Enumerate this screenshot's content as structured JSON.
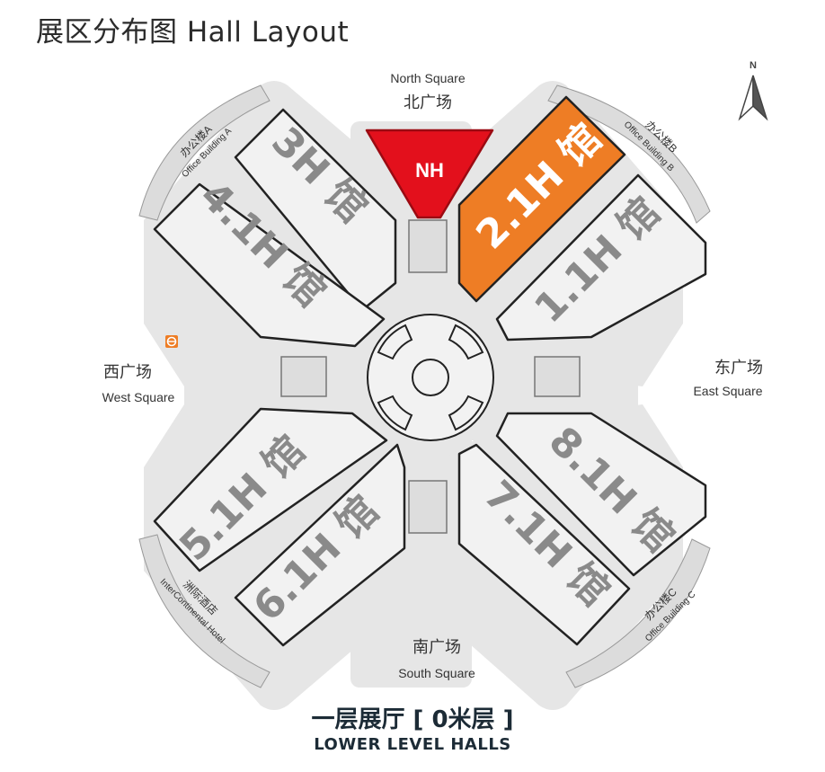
{
  "title": "展区分布图 Hall Layout",
  "footer": {
    "cn": "一层展厅 [ 0米层 ]",
    "en": "LOWER LEVEL HALLS"
  },
  "compass": {
    "label": "N"
  },
  "squares": {
    "north": {
      "en": "North Square",
      "cn": "北广场"
    },
    "south": {
      "cn": "南广场",
      "en": "South Square"
    },
    "east": {
      "cn": "东广场",
      "en": "East Square"
    },
    "west": {
      "cn": "西广场",
      "en": "West Square"
    }
  },
  "buildings": {
    "office_a": {
      "cn": "办公楼A",
      "en": "Office Building A"
    },
    "office_b": {
      "cn": "办公楼B",
      "en": "Office Building B"
    },
    "office_c": {
      "cn": "办公楼C",
      "en": "Office Building C"
    },
    "hotel": {
      "cn": "洲际酒店",
      "en": "InterContinental Hotel"
    }
  },
  "halls": {
    "nh": "NH",
    "h3": "3H 馆",
    "h41": "4.1H 馆",
    "h21": "2.1H 馆",
    "h11": "1.1H 馆",
    "h51": "5.1H 馆",
    "h61": "6.1H 馆",
    "h71": "7.1H 馆",
    "h81": "8.1H 馆"
  },
  "metro_icon": "metro-icon",
  "colors": {
    "highlight": "#ee7d25",
    "nh": "#e3101c",
    "hall_fill": "#f2f2f2",
    "hall_stroke": "#222222",
    "plaza": "#e6e6e6",
    "hall_text": "#8a8a8a"
  }
}
